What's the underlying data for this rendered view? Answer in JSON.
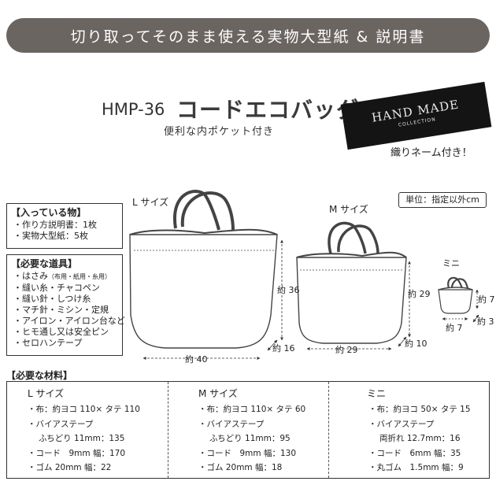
{
  "banner": {
    "text": "切り取ってそのまま使える実物大型紙 & 説明書"
  },
  "header": {
    "code": "HMP-36",
    "title": "コードエコバッグ",
    "subtitle": "便利な内ポケット付き"
  },
  "tag": {
    "main": "HAND MADE",
    "sub": "COLLECTION",
    "note": "織りネーム付き！"
  },
  "unit": "単位：指定以外cm",
  "contents": {
    "title": "【入っている物】",
    "items": [
      "・作り方説明書：1枚",
      "・実物大型紙：5枚"
    ]
  },
  "tools": {
    "title": "【必要な道具】",
    "items": [
      {
        "text": "・はさみ",
        "note": "（布用・紙用・糸用）"
      },
      {
        "text": "・縫い糸・チャコペン",
        "note": ""
      },
      {
        "text": "・縫い針・しつけ糸",
        "note": ""
      },
      {
        "text": "・マチ針・ミシン・定規",
        "note": ""
      },
      {
        "text": "・アイロン・アイロン台など",
        "note": ""
      },
      {
        "text": "・ヒモ通し又は安全ピン",
        "note": ""
      },
      {
        "text": "・セロハンテープ",
        "note": ""
      }
    ]
  },
  "bags": {
    "large": {
      "label": "L サイズ",
      "width": "約 40",
      "height": "約 36",
      "depth": "約 16"
    },
    "medium": {
      "label": "M サイズ",
      "width": "約 29",
      "height": "約 29",
      "depth": "約 10"
    },
    "mini": {
      "label": "ミニ",
      "width": "約 7",
      "height": "約 7",
      "depth": "約 3"
    }
  },
  "materials": {
    "title": "【必要な材料】",
    "columns": [
      {
        "head": "L サイズ",
        "items": [
          {
            "text": "・布：約ヨコ 110× タテ 110",
            "indent": false
          },
          {
            "text": "・バイアステープ",
            "indent": false
          },
          {
            "text": "ふちどり 11mm：135",
            "indent": true
          },
          {
            "text": "・コード　9mm 幅：170",
            "indent": false
          },
          {
            "text": "・ゴム 20mm 幅：22",
            "indent": false
          }
        ]
      },
      {
        "head": "M サイズ",
        "items": [
          {
            "text": "・布：約ヨコ 110× タテ 60",
            "indent": false
          },
          {
            "text": "・バイアステープ",
            "indent": false
          },
          {
            "text": "ふちどり 11mm：95",
            "indent": true
          },
          {
            "text": "・コード　9mm 幅：130",
            "indent": false
          },
          {
            "text": "・ゴム 20mm 幅：18",
            "indent": false
          }
        ]
      },
      {
        "head": "ミニ",
        "items": [
          {
            "text": "・布：約ヨコ 50× タテ 15",
            "indent": false
          },
          {
            "text": "・バイアステープ",
            "indent": false
          },
          {
            "text": "両折れ 12.7mm：16",
            "indent": true
          },
          {
            "text": "・コード　6mm 幅：35",
            "indent": false
          },
          {
            "text": "・丸ゴム　1.5mm 幅：9",
            "indent": false
          }
        ]
      }
    ]
  }
}
